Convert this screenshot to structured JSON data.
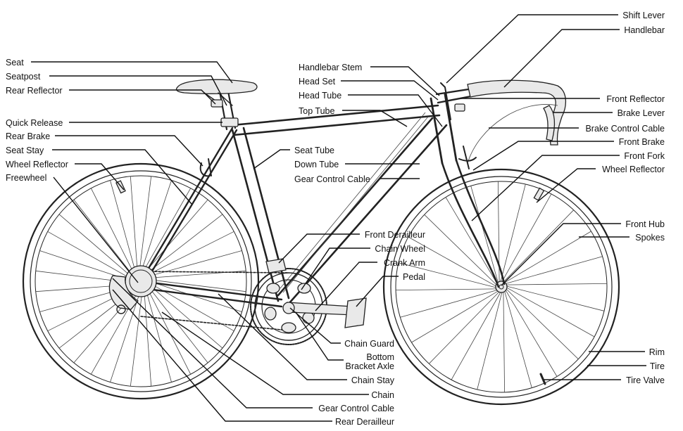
{
  "labels": {
    "seat": "Seat",
    "seatpost": "Seatpost",
    "rear_reflector": "Rear Reflector",
    "quick_release": "Quick Release",
    "rear_brake": "Rear Brake",
    "seat_stay": "Seat Stay",
    "wheel_reflector_rear": "Wheel Reflector",
    "freewheel": "Freewheel",
    "handlebar_stem": "Handlebar Stem",
    "head_set": "Head Set",
    "head_tube": "Head Tube",
    "top_tube": "Top Tube",
    "seat_tube": "Seat Tube",
    "down_tube": "Down Tube",
    "gear_control_cable_top": "Gear Control Cable",
    "front_derailleur": "Front Derailleur",
    "chain_wheel": "Chain Wheel",
    "crank_arm": "Crank Arm",
    "pedal": "Pedal",
    "chain_guard": "Chain Guard",
    "bottom_bracket_axle_1": "Bottom",
    "bottom_bracket_axle_2": "Bracket Axle",
    "chain_stay": "Chain Stay",
    "chain": "Chain",
    "gear_control_cable_bottom": "Gear Control Cable",
    "rear_derailleur": "Rear Derailleur",
    "shift_lever": "Shift Lever",
    "handlebar": "Handlebar",
    "front_reflector": "Front Reflector",
    "brake_lever": "Brake Lever",
    "brake_control_cable": "Brake Control Cable",
    "front_brake": "Front Brake",
    "front_fork": "Front Fork",
    "wheel_reflector_front": "Wheel Reflector",
    "front_hub": "Front Hub",
    "spokes": "Spokes",
    "rim": "Rim",
    "tire": "Tire",
    "tire_valve": "Tire Valve"
  }
}
